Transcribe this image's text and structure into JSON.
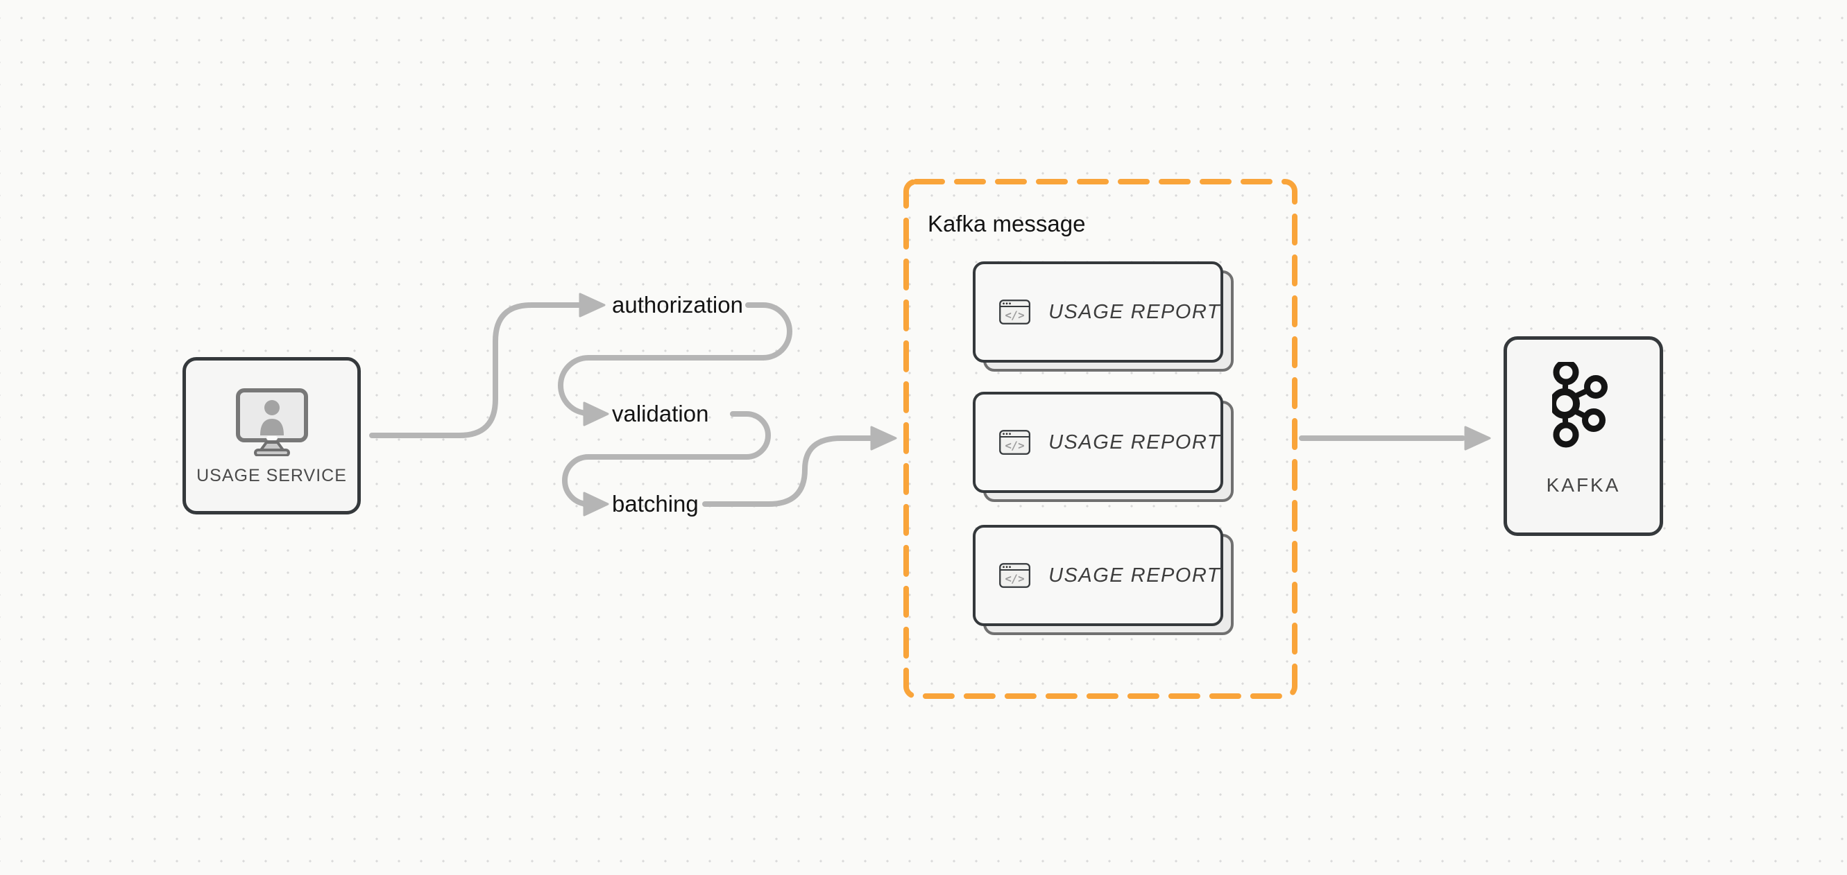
{
  "diagram": {
    "background": {
      "color": "#fafaf8",
      "dot_color": "#d9d9d9"
    },
    "nodes": {
      "usage_service": {
        "label": "USAGE SERVICE",
        "icon": "monitor-user-icon"
      },
      "kafka": {
        "label": "KAFKA",
        "icon": "kafka-logo-icon"
      }
    },
    "steps": [
      {
        "label": "authorization"
      },
      {
        "label": "validation"
      },
      {
        "label": "batching"
      }
    ],
    "kafka_message_group": {
      "title": "Kafka message",
      "reports": [
        {
          "label": "USAGE REPORT",
          "icon": "code-window-icon"
        },
        {
          "label": "USAGE REPORT",
          "icon": "code-window-icon"
        },
        {
          "label": "USAGE REPORT",
          "icon": "code-window-icon"
        }
      ]
    },
    "icons": {
      "code_glyph": "</>"
    },
    "colors": {
      "accent_orange": "#f9a43a",
      "arrow_gray": "#b5b5b5",
      "border_dark": "#35393c",
      "text_dark": "#141414",
      "card_bg": "#f8f8f7",
      "card_back_bg": "#ebebea"
    }
  }
}
